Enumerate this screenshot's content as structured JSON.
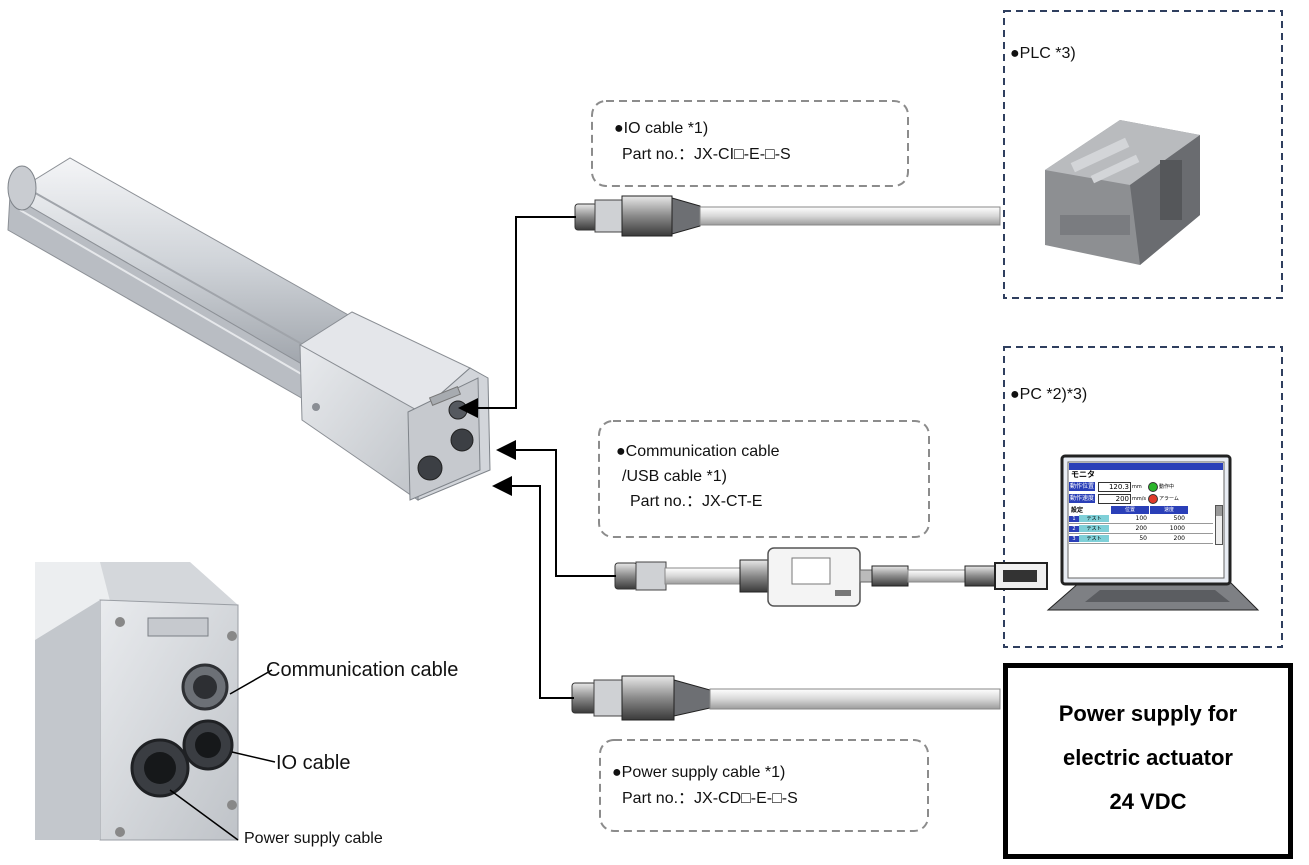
{
  "callouts": {
    "io_cable": {
      "title": "●IO cable *1)",
      "part": "Part no.：JX-CI□-E-□-S"
    },
    "comm_cable": {
      "title": "●Communication cable",
      "line2": "/USB cable *1)",
      "part": "Part no.：JX-CT-E"
    },
    "power_cable": {
      "title": "●Power supply cable *1)",
      "part": "Part no.：JX-CD□-E-□-S"
    }
  },
  "devices": {
    "plc": "●PLC *3)",
    "pc": "●PC *2)*3)"
  },
  "power_box": {
    "line1": "Power supply  for",
    "line2": "electric actuator",
    "line3": "24 VDC"
  },
  "connector_labels": {
    "communication": "Communication cable",
    "io": "IO cable",
    "power": "Power supply cable"
  },
  "screen": {
    "title": "モニタ",
    "rows": [
      {
        "label": "動作位置",
        "value": "120.3",
        "unit": "mm",
        "status": "動作中",
        "status_color": "#2bb52b"
      },
      {
        "label": "動作速度",
        "value": "200",
        "unit": "mm/s",
        "status": "アラーム",
        "status_color": "#e03a2a"
      }
    ],
    "table_title": "設定",
    "table_headers": [
      "位置",
      "速度"
    ],
    "table_rows": [
      {
        "no": "1",
        "name": "テスト",
        "pos": "100",
        "speed": "500"
      },
      {
        "no": "2",
        "name": "テスト",
        "pos": "200",
        "speed": "1000"
      },
      {
        "no": "3",
        "name": "テスト",
        "pos": "50",
        "speed": "200"
      }
    ]
  },
  "colors": {
    "device_border": "#2f3f5f",
    "callout_border": "#8c8c8c",
    "screen_blue": "#2a3fb8"
  }
}
